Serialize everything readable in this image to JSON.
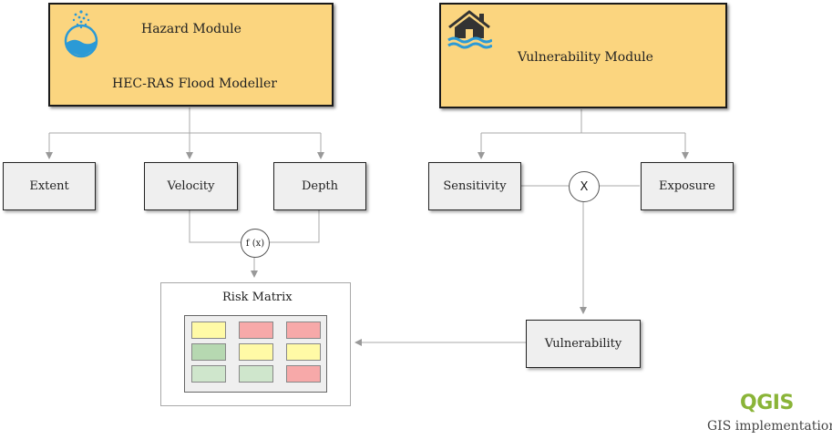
{
  "hazard_module": {
    "title": "Hazard Module",
    "subtitle": "HEC-RAS Flood Modeller",
    "icon": "flood-rain-icon"
  },
  "vulnerability_module": {
    "title": "Vulnerability Module",
    "icon": "flooded-house-icon"
  },
  "hazard_outputs": [
    "Extent",
    "Velocity",
    "Depth"
  ],
  "vulnerability_inputs": [
    "Sensitivity",
    "Exposure"
  ],
  "operators": {
    "function": "f (x)",
    "multiply": "X"
  },
  "vulnerability_result": "Vulnerability",
  "risk_matrix": {
    "title": "Risk Matrix",
    "rows": [
      [
        "#fffaa6",
        "#f7a9a9",
        "#f7a9a9"
      ],
      [
        "#b6d8b1",
        "#fffaa6",
        "#fffaa6"
      ],
      [
        "#cfe6cc",
        "#cfe6cc",
        "#f7a9a9"
      ]
    ]
  },
  "colors": {
    "module_fill": "#fbd57f",
    "box_fill": "#efefef",
    "qgis_green": "#8ab438",
    "connector": "#999999"
  },
  "footer": {
    "logo_text": "QGIS",
    "caption": "GIS implementation"
  }
}
